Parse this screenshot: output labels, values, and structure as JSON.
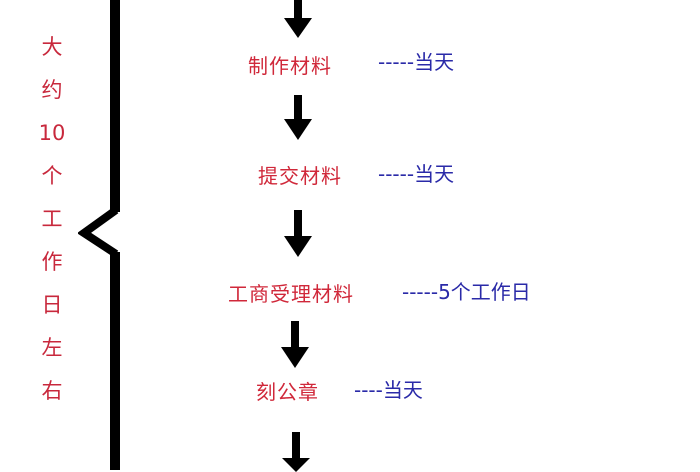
{
  "side_label": {
    "chars": [
      "大",
      "约",
      "10",
      "个",
      "工",
      "作",
      "日",
      "左",
      "右"
    ],
    "text": "大约10个工作日左右",
    "color": "#c8283c"
  },
  "steps": [
    {
      "label": "制作材料",
      "duration": "-----当天"
    },
    {
      "label": "提交材料",
      "duration": "-----当天"
    },
    {
      "label": "工商受理材料",
      "duration": "-----5个工作日"
    },
    {
      "label": "刻公章",
      "duration": "----当天"
    }
  ],
  "colors": {
    "step_text": "#d0283a",
    "duration_text": "#2a2aa8",
    "arrow": "#000000",
    "bracket": "#000000"
  }
}
